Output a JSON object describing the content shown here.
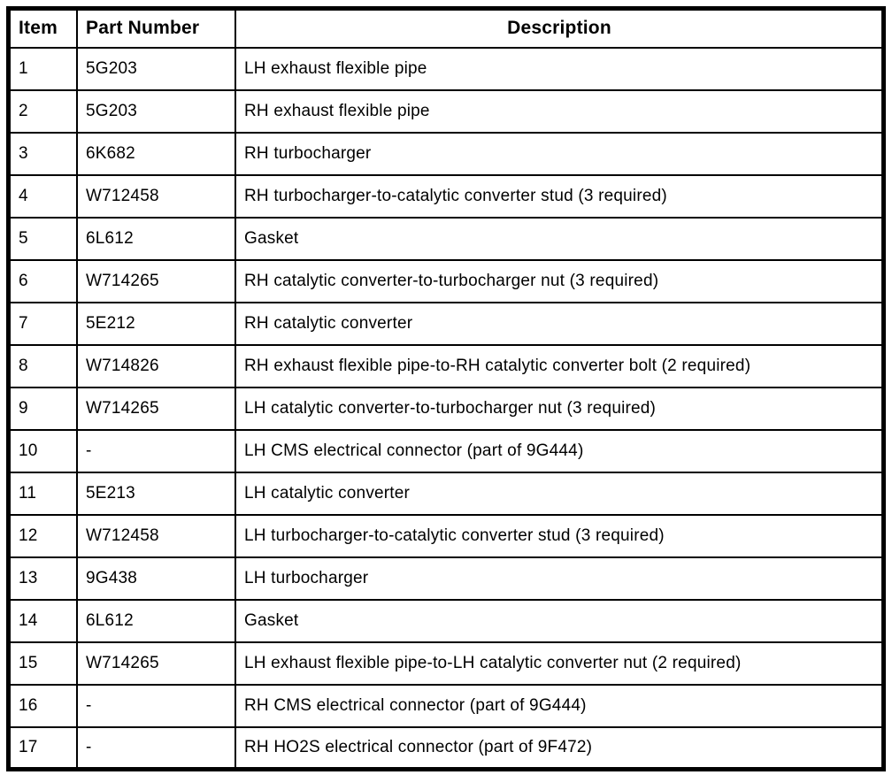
{
  "table": {
    "headers": {
      "item": "Item",
      "part_number": "Part Number",
      "description": "Description"
    },
    "rows": [
      {
        "item": "1",
        "part_number": "5G203",
        "description": "LH exhaust flexible pipe"
      },
      {
        "item": "2",
        "part_number": "5G203",
        "description": "RH exhaust flexible pipe"
      },
      {
        "item": "3",
        "part_number": "6K682",
        "description": "RH turbocharger"
      },
      {
        "item": "4",
        "part_number": "W712458",
        "description": "RH turbocharger-to-catalytic converter stud (3 required)"
      },
      {
        "item": "5",
        "part_number": "6L612",
        "description": "Gasket"
      },
      {
        "item": "6",
        "part_number": "W714265",
        "description": "RH catalytic converter-to-turbocharger nut (3 required)"
      },
      {
        "item": "7",
        "part_number": "5E212",
        "description": "RH catalytic converter"
      },
      {
        "item": "8",
        "part_number": "W714826",
        "description": "RH exhaust flexible pipe-to-RH catalytic converter bolt (2 required)"
      },
      {
        "item": "9",
        "part_number": "W714265",
        "description": "LH catalytic converter-to-turbocharger nut (3 required)"
      },
      {
        "item": "10",
        "part_number": "-",
        "description": "LH CMS electrical connector (part of 9G444)"
      },
      {
        "item": "11",
        "part_number": "5E213",
        "description": "LH catalytic converter"
      },
      {
        "item": "12",
        "part_number": "W712458",
        "description": "LH turbocharger-to-catalytic converter stud (3 required)"
      },
      {
        "item": "13",
        "part_number": "9G438",
        "description": "LH turbocharger"
      },
      {
        "item": "14",
        "part_number": "6L612",
        "description": "Gasket"
      },
      {
        "item": "15",
        "part_number": "W714265",
        "description": "LH exhaust flexible pipe-to-LH catalytic converter nut (2 required)"
      },
      {
        "item": "16",
        "part_number": "-",
        "description": "RH CMS electrical connector (part of 9G444)"
      },
      {
        "item": "17",
        "part_number": "-",
        "description": "RH HO2S electrical connector (part of 9F472)"
      }
    ]
  }
}
